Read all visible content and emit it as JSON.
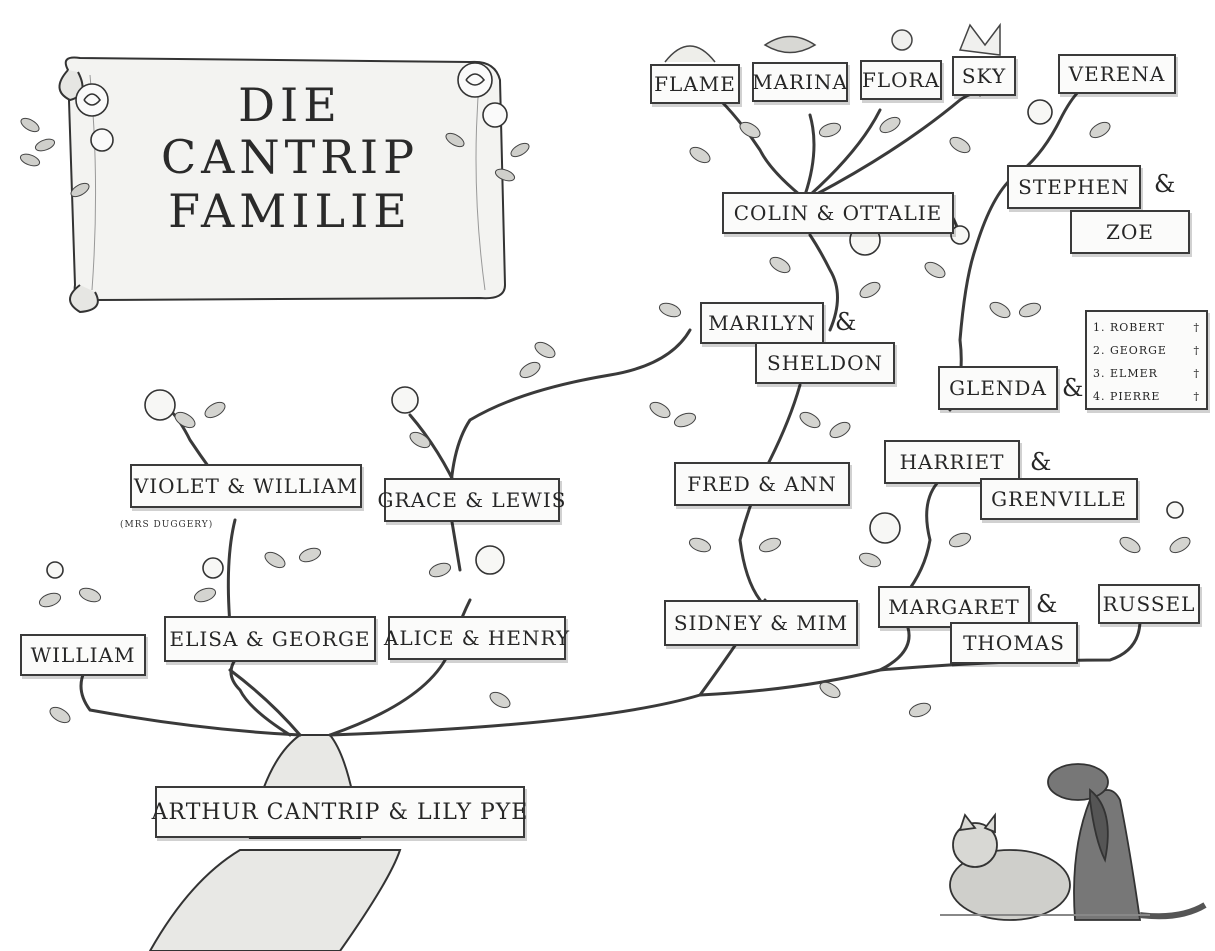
{
  "title": {
    "line1": "DIE",
    "line2": "CANTRIP",
    "line3": "FAMILIE"
  },
  "people": {
    "flame": "FLAME",
    "marina": "MARINA",
    "flora": "FLORA",
    "sky": "SKY",
    "verena": "VERENA",
    "colin_ottalie": "COLIN & OTTALIE",
    "stephen": "STEPHEN",
    "zoe": "ZOE",
    "marilyn": "MARILYN",
    "sheldon": "SHELDON",
    "glenda": "GLENDA",
    "fred_ann": "FRED & ANN",
    "harriet": "HARRIET",
    "grenville": "GRENVILLE",
    "violet_william": "VIOLET & WILLIAM",
    "violet_note": "(MRS DUGGERY)",
    "grace_lewis": "GRACE & LEWIS",
    "william": "WILLIAM",
    "elisa_george": "ELISA & GEORGE",
    "alice_henry": "ALICE & HENRY",
    "sidney_mim": "SIDNEY & MIM",
    "margaret": "MARGARET",
    "thomas": "THOMAS",
    "russel": "RUSSEL",
    "arthur_lily": "ARTHUR CANTRIP & LILY PYE"
  },
  "ampersand": "&",
  "glenda_spouses": [
    {
      "name": "1. ROBERT",
      "mark": "†"
    },
    {
      "name": "2. GEORGE",
      "mark": "†"
    },
    {
      "name": "3. ELMER",
      "mark": "†"
    },
    {
      "name": "4. PIERRE",
      "mark": "†"
    }
  ]
}
